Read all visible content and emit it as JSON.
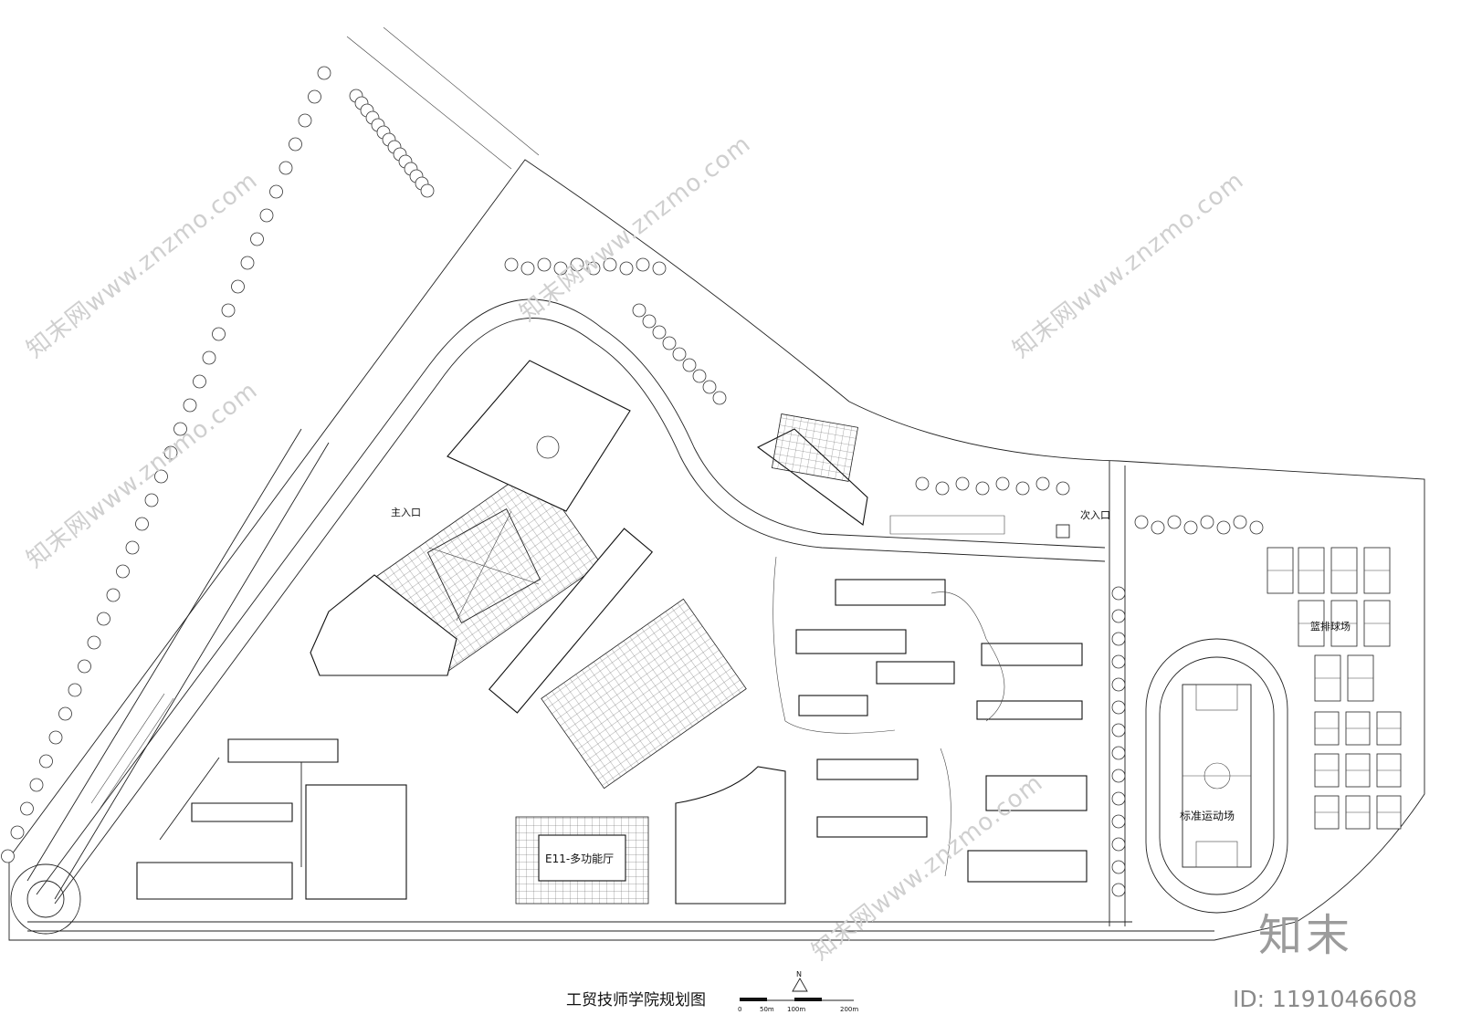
{
  "title": "工贸技师学院规划图",
  "entrances": {
    "main": "主入口",
    "secondary": "次入口"
  },
  "buildings": {
    "e11": "E11-多功能厅",
    "stadium": "标准运动场",
    "courts": "篮排球场"
  },
  "scale_bar": {
    "labels": [
      "0",
      "50m",
      "100m",
      "200m"
    ],
    "north": "N"
  },
  "watermark": {
    "site_text": "知末网www.znzmo.com",
    "brand": "知末",
    "id": "ID: 1191046608"
  }
}
